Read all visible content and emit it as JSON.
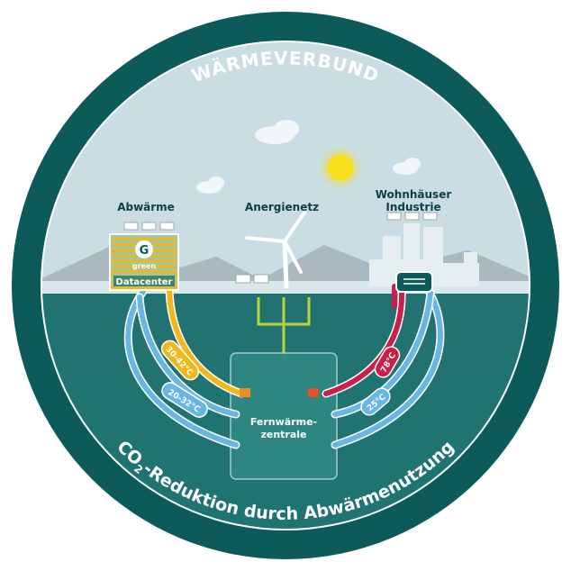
{
  "title": "WÄRMEVERBUND",
  "labels": {
    "waste_heat": "Abwärme",
    "anergy_grid": "Anergienetz",
    "consumers_line1": "Wohnhäuser",
    "consumers_line2": "Industrie"
  },
  "datacenter": {
    "logo_letter": "G",
    "logo_word": "green",
    "name": "Datacenter"
  },
  "central": {
    "line1": "Fernwärme-",
    "line2": "zentrale"
  },
  "temperatures": {
    "dc_supply": "30-42°C",
    "dc_return": "20-32°C",
    "consumer_supply": "78°C",
    "consumer_return": "25°C"
  },
  "bottom_text": {
    "prefix": "CO",
    "subscript": "2",
    "suffix": "-Reduktion durch Abwärmenutzung"
  },
  "colors": {
    "teal_dark": "#0d5a5a",
    "teal_mid": "#1f7472",
    "sky": "#c9dde2",
    "pipe_blue": "#6ab6e2",
    "pipe_orange": "#f2b71c",
    "pipe_red": "#c8204a",
    "geo_green": "#b8d43a",
    "sun": "#f6e11a"
  }
}
